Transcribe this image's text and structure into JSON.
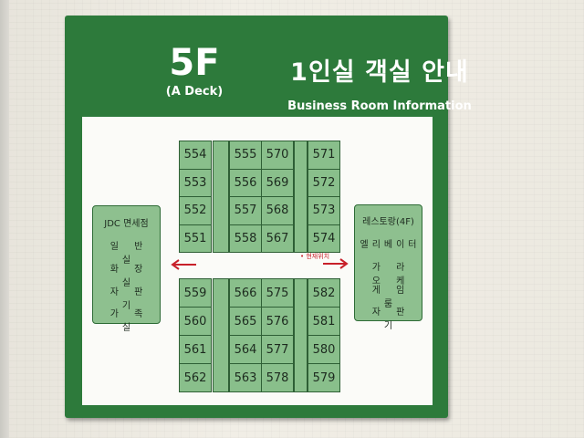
{
  "header": {
    "floor": "5F",
    "deck": "(A Deck)",
    "title_ko": "1인실 객실 안내",
    "title_en": "Business Room Information"
  },
  "upper_block": {
    "left_col": [
      "554",
      "553",
      "552",
      "551"
    ],
    "middle_left_col": [
      "555",
      "556",
      "557",
      "558"
    ],
    "middle_right_col": [
      "570",
      "569",
      "568",
      "567"
    ],
    "right_col": [
      "571",
      "572",
      "573",
      "574"
    ]
  },
  "lower_block": {
    "left_col": [
      "559",
      "560",
      "561",
      "562"
    ],
    "middle_left_col": [
      "566",
      "565",
      "564",
      "563"
    ],
    "middle_right_col": [
      "575",
      "576",
      "577",
      "578"
    ],
    "right_col": [
      "582",
      "581",
      "580",
      "579"
    ]
  },
  "left_facilities": [
    "JDC 면세점",
    "일 반 실",
    "화 장 실",
    "자 판 기",
    "가 족 실"
  ],
  "right_facilities": [
    "레스토랑(4F)",
    "엘리베이터",
    "가 라 오 케",
    "게 임 룸",
    "자 판 기"
  ],
  "current_location": "• 현재위치",
  "colors": {
    "sign_green": "#2d7a3b",
    "room_green": "#89bf8b",
    "arrow_red": "#c8202a"
  }
}
